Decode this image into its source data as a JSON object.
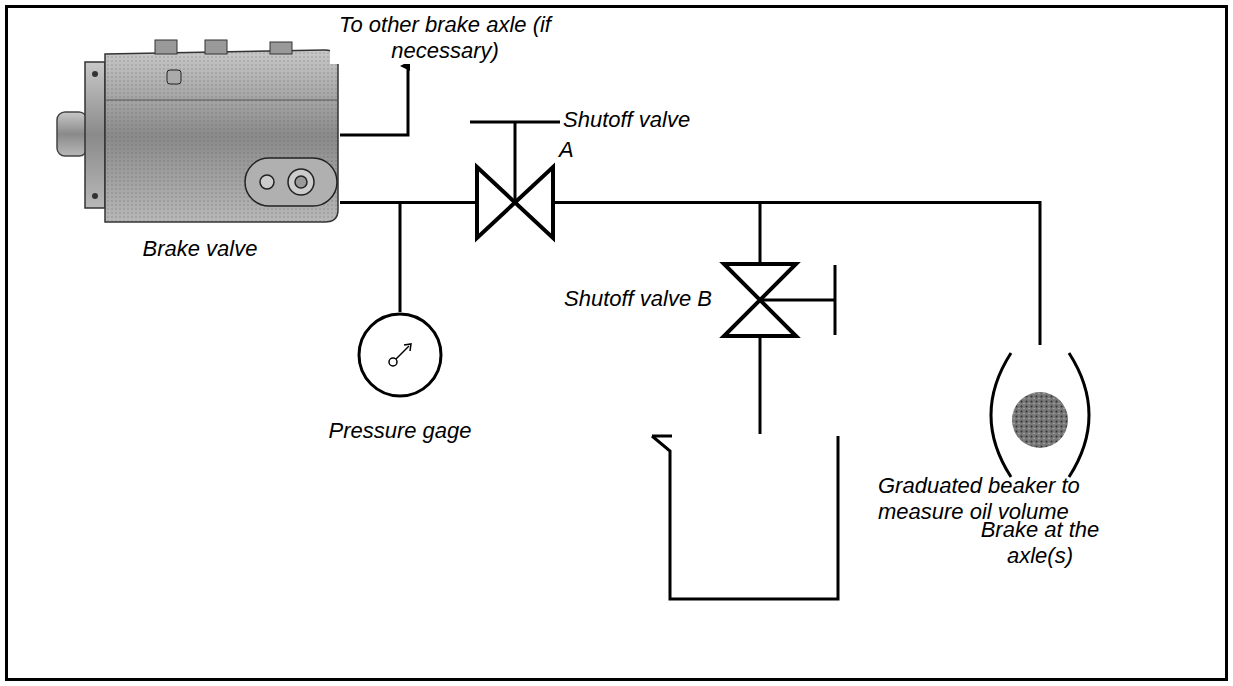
{
  "diagram": {
    "nodes": [
      {
        "text": [
          "Brake valve"
        ]
      },
      {
        "text": [
          "Shutoff valve",
          "A"
        ]
      },
      {
        "text": [
          "Pressure gage"
        ]
      },
      {
        "text": [
          "Shutoff valve B"
        ]
      },
      {
        "text": [
          "Graduated beaker to measure oil volume"
        ]
      },
      {
        "text": [
          "Brake at the axle(s)"
        ]
      }
    ],
    "edges": [
      {
        "from": 0,
        "to": 2,
        "arrow": "none"
      },
      {
        "from": 0,
        "to": 1,
        "arrow": "none"
      },
      {
        "from": 1,
        "to": 5,
        "arrow": "none"
      },
      {
        "from": 1,
        "to": 3,
        "arrow": "none"
      },
      {
        "from": 3,
        "to": 4,
        "arrow": "none"
      }
    ],
    "labels": [
      "To other brake axle (if necessary)"
    ]
  }
}
